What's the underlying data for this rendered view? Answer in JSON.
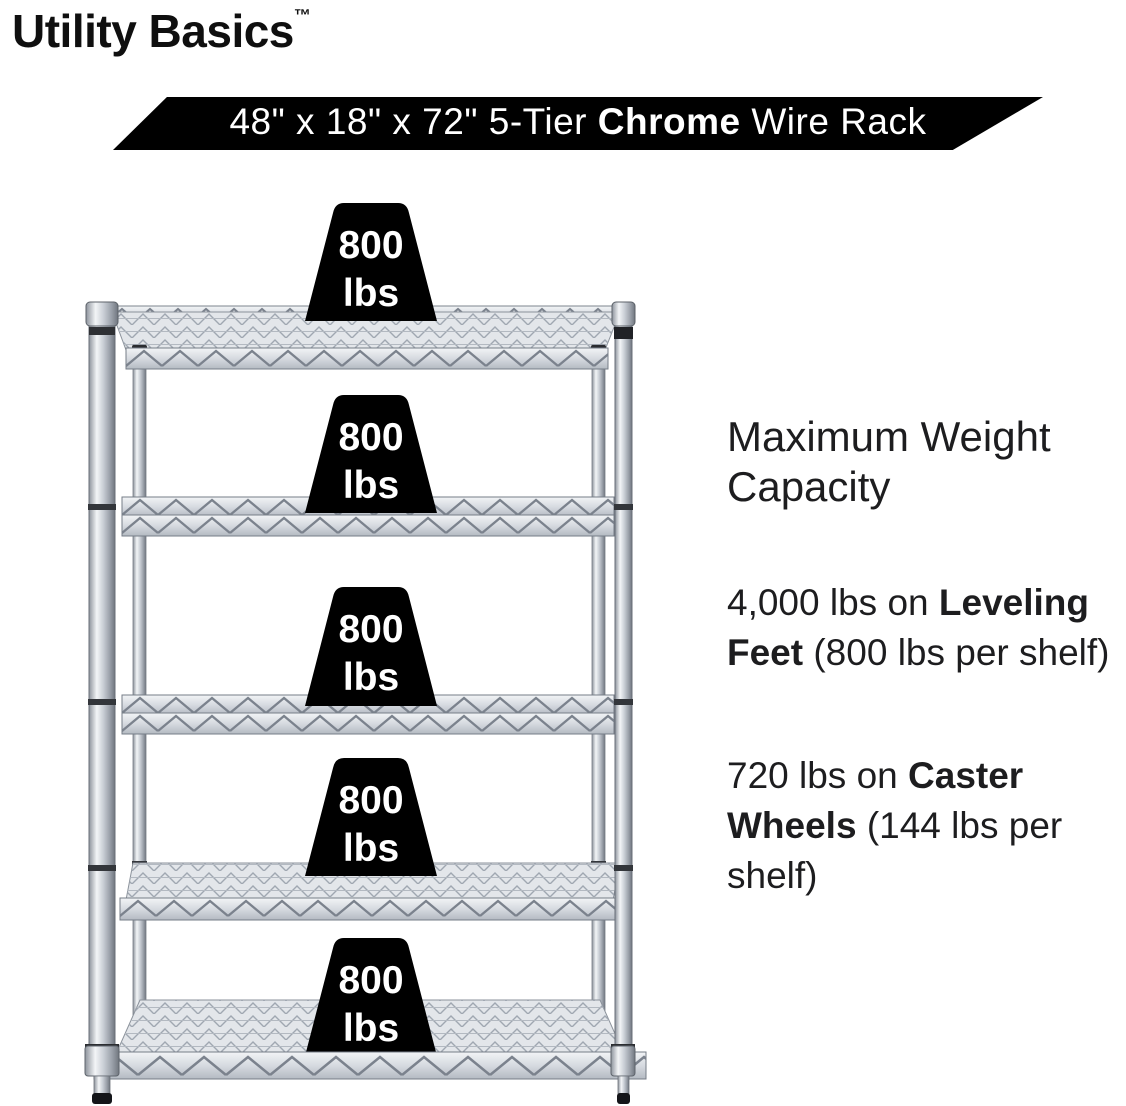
{
  "brand": {
    "name": "Utility Basics",
    "trademark": "™"
  },
  "banner": {
    "prefix": "48\" x 18\" x 72\" 5-Tier ",
    "highlight": "Chrome",
    "suffix": " Wire Rack"
  },
  "rack": {
    "tier_count": "5",
    "shelves": [
      {
        "capacity_value": "800",
        "capacity_unit": "lbs"
      },
      {
        "capacity_value": "800",
        "capacity_unit": "lbs"
      },
      {
        "capacity_value": "800",
        "capacity_unit": "lbs"
      },
      {
        "capacity_value": "800",
        "capacity_unit": "lbs"
      },
      {
        "capacity_value": "800",
        "capacity_unit": "lbs"
      }
    ]
  },
  "info": {
    "heading": "Maximum Weight Capacity",
    "items": [
      {
        "prefix": "4,000 lbs on ",
        "bold": "Leveling Feet",
        "suffix": " (800 lbs per shelf)"
      },
      {
        "prefix": "720 lbs on ",
        "bold": "Caster Wheels",
        "suffix": " (144 lbs per shelf)"
      }
    ]
  },
  "colors": {
    "banner_bg": "#000000",
    "banner_text": "#ffffff",
    "weight_block_bg": "#000000",
    "weight_block_text": "#ffffff",
    "body_text": "#1d1d1f",
    "chrome_light": "#f2f4f6",
    "chrome_mid": "#c7ccd3",
    "chrome_dark": "#7b828d"
  }
}
